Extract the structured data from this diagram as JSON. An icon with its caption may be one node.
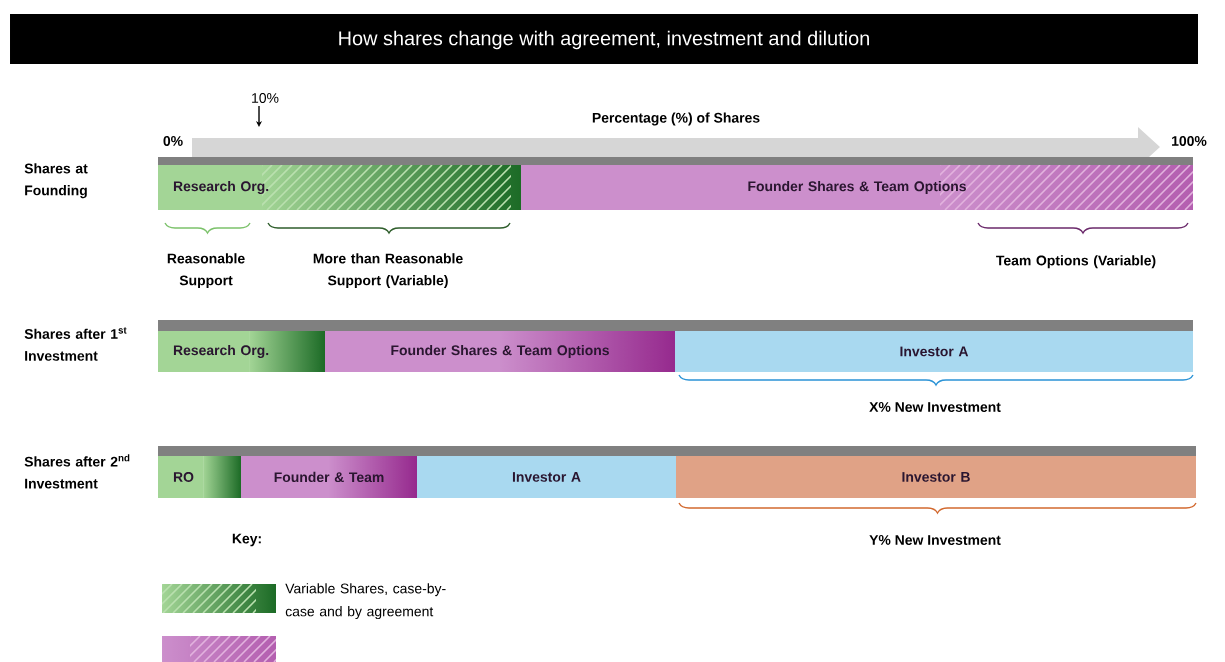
{
  "diagram": {
    "title": "How shares change with agreement, investment and dilution",
    "nodes": [
      {
        "text": [
          "Research Org."
        ]
      },
      {
        "text": [
          "Founder Shares & Team Options"
        ]
      },
      {
        "text": [
          "Research Org."
        ]
      },
      {
        "text": [
          "Founder Shares & Team Options"
        ]
      },
      {
        "text": [
          "Investor A"
        ]
      },
      {
        "text": [
          "RO"
        ]
      },
      {
        "text": [
          "Founder & Team"
        ]
      },
      {
        "text": [
          "Investor A"
        ]
      },
      {
        "text": [
          "Investor B"
        ]
      }
    ],
    "edges": [],
    "labels": [
      "10%",
      "Percentage (%) of Shares",
      "0%",
      "100%",
      "Shares at Founding",
      "Reasonable Support",
      "More than Reasonable Support (Variable)",
      "Team Options (Variable)",
      "Shares after 1$^{st}$ Investment",
      "X% New Investment",
      "Shares after 2$^{nd}$ Investment",
      "Key:",
      "Y% New Investment"
    ],
    "legend": [
      {
        "text": "Variable Shares, case-by-case and by agreement"
      }
    ]
  }
}
